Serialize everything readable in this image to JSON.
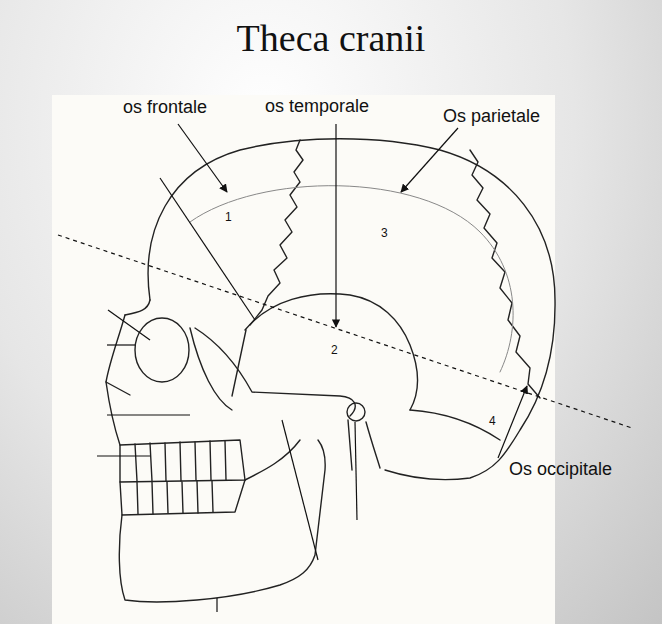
{
  "diagram": {
    "title": "Theca cranii",
    "labels": [
      "os frontale",
      "os temporale",
      "Os parietale",
      "1",
      "3",
      "2",
      "4",
      "Os occipitale"
    ]
  }
}
